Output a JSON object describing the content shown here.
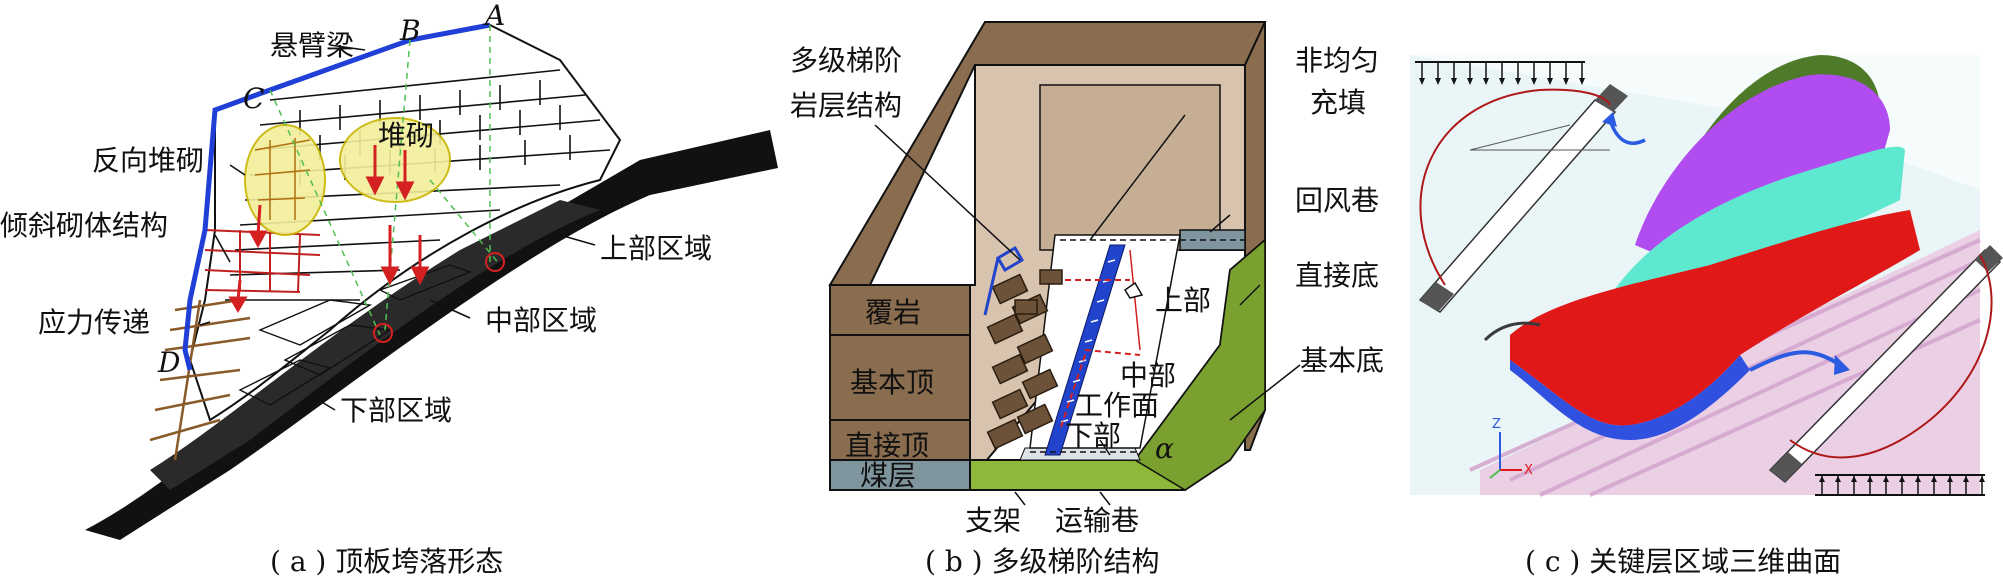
{
  "panel_a": {
    "caption": "( a ) 顶板垮落形态",
    "labels": {
      "cantilever": "悬臂梁",
      "point_a": "A",
      "point_b": "B",
      "point_c": "C",
      "point_d": "D",
      "reverse_masonry": "反向堆砌",
      "masonry": "堆砌",
      "inclined_masonry": "倾斜砌体结构",
      "stress_transfer": "应力传递",
      "upper_region": "上部区域",
      "middle_region": "中部区域",
      "lower_region": "下部区域"
    },
    "colors": {
      "cantilever_line": "#1f3fd6",
      "arrow": "#d42020",
      "ellipse_fill": "#f3ef9a",
      "dashed": "#4fc04f"
    }
  },
  "panel_b": {
    "caption": "( b ) 多级梯阶结构",
    "labels": {
      "multi_step_line1": "多级梯阶",
      "multi_step_line2": "岩层结构",
      "non_uniform_line1": "非均匀",
      "non_uniform_line2": "充填",
      "return_airway": "回风巷",
      "immediate_floor": "直接底",
      "basic_floor": "基本底",
      "overburden": "覆岩",
      "main_roof": "基本顶",
      "immediate_roof": "直接顶",
      "coal_seam": "煤层",
      "upper": "上部",
      "middle": "中部",
      "working_face": "工作面",
      "lower": "下部",
      "alpha": "α",
      "support": "支架",
      "haulage_roadway": "运输巷"
    },
    "colors": {
      "rock": "#8a6d4f",
      "rock_light": "#d8c3ae",
      "floor_green": "#8db83a",
      "coal": "#7f959d",
      "support_blue": "#2244cc"
    }
  },
  "panel_c": {
    "caption": "( c ) 关键层区域三维曲面",
    "axis_labels": {
      "z": "Z",
      "x": "X"
    },
    "colors": {
      "purple": "#b04cf0",
      "cyan": "#5fe8d0",
      "red": "#e01818",
      "blue": "#3050e0",
      "green": "#4f7a2a",
      "curve": "#b01818"
    }
  }
}
